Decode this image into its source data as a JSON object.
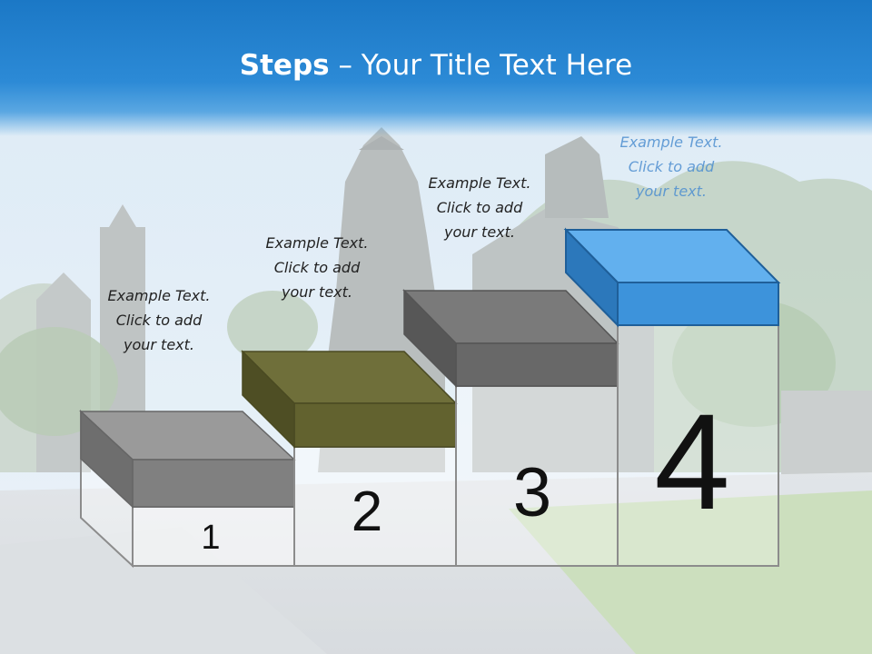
{
  "title": {
    "bold": "Steps",
    "rest": " – Your Title Text Here"
  },
  "steps": [
    {
      "number": "1",
      "text": [
        "Example Text.",
        "Click  to add",
        "your text."
      ],
      "color": "#8a8a8a"
    },
    {
      "number": "2",
      "text": [
        "Example Text.",
        "Click  to add",
        "your text."
      ],
      "color": "#5e5e30"
    },
    {
      "number": "3",
      "text": [
        "Example Text.",
        "Click  to add",
        "your text."
      ],
      "color": "#6a6a6a"
    },
    {
      "number": "4",
      "text": [
        "Example Text.",
        "Click  to add",
        "your text."
      ],
      "color": "#3d93db"
    }
  ],
  "colors": {
    "header": "#2484d0",
    "step1": "#8a8a8a",
    "step2": "#5e5e30",
    "step3": "#6a6a6a",
    "step4": "#3d93db"
  }
}
